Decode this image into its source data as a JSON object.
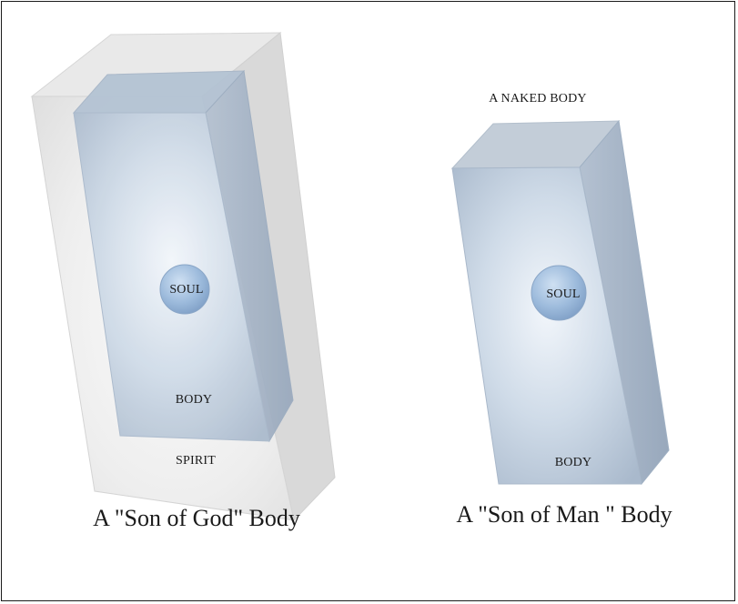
{
  "left_figure": {
    "soul_label": "SOUL",
    "body_label": "BODY",
    "spirit_label": "SPIRIT",
    "caption": "A \"Son of God\" Body"
  },
  "right_figure": {
    "top_label": "A NAKED BODY",
    "soul_label": "SOUL",
    "body_label": "BODY",
    "caption": "A \"Son of Man \" Body"
  },
  "colors": {
    "spirit_fill": "#e6e6e6",
    "body_fill": "#b9c7d8",
    "soul_fill": "#8fb0d4",
    "border": "#1a1a1a"
  }
}
